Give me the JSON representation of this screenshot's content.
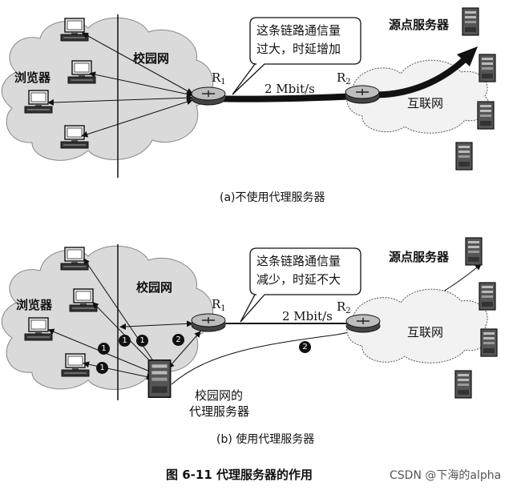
{
  "panel_a": {
    "campus": "校园网",
    "browsers": "浏览器",
    "router1": "R",
    "router1_sub": "1",
    "router2": "R",
    "router2_sub": "2",
    "link_speed": "2 Mbit/s",
    "callout_line1": "这条链路通信量",
    "callout_line2": "过大，时延增加",
    "origin_server": "源点服务器",
    "internet": "互联网",
    "caption": "(a)不使用代理服务器"
  },
  "panel_b": {
    "campus": "校园网",
    "browsers": "浏览器",
    "router1": "R",
    "router1_sub": "1",
    "router2": "R",
    "router2_sub": "2",
    "link_speed": "2 Mbit/s",
    "callout_line1": "这条链路通信量",
    "callout_line2": "减少，时延不大",
    "origin_server": "源点服务器",
    "internet": "互联网",
    "proxy_line1": "校园网的",
    "proxy_line2": "代理服务器",
    "step1": "1",
    "step2": "2",
    "caption": "(b) 使用代理服务器"
  },
  "figure_title": "图 6-11    代理服务器的作用",
  "watermark": "CSDN @下海的alpha"
}
